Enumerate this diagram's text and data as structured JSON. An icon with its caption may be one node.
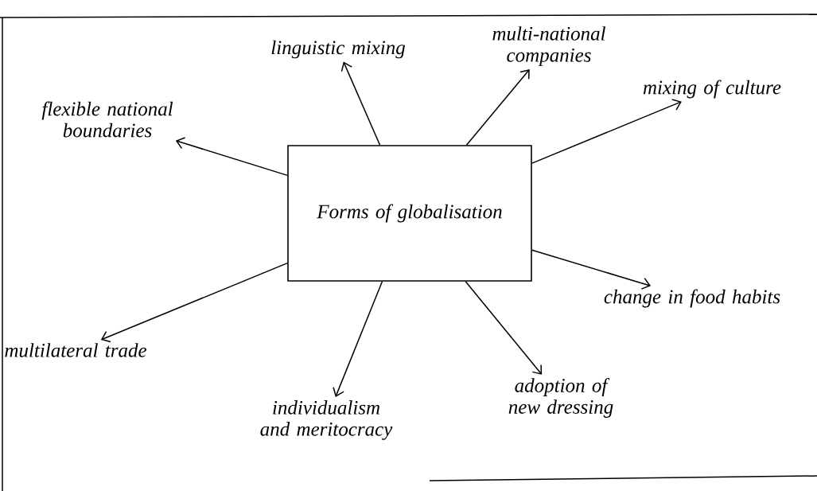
{
  "diagram": {
    "nodes": [
      {
        "text": [
          "Forms of globalisation"
        ]
      },
      {
        "text": [
          "linguistic mixing"
        ]
      },
      {
        "text": [
          "multi-national companies"
        ]
      },
      {
        "text": [
          "mixing of culture"
        ]
      },
      {
        "text": [
          "flexible national boundaries"
        ]
      },
      {
        "text": [
          "change in food habits"
        ]
      },
      {
        "text": [
          "multilateral trade"
        ]
      },
      {
        "text": [
          "individualism and meritocracy"
        ]
      },
      {
        "text": [
          "adoption of new dressing"
        ]
      }
    ],
    "edges": [
      {
        "from": 0,
        "to": 1,
        "arrow": "to"
      },
      {
        "from": 0,
        "to": 2,
        "arrow": "to"
      },
      {
        "from": 0,
        "to": 3,
        "arrow": "to"
      },
      {
        "from": 0,
        "to": 4,
        "arrow": "to"
      },
      {
        "from": 0,
        "to": 5,
        "arrow": "to"
      },
      {
        "from": 0,
        "to": 6,
        "arrow": "to"
      },
      {
        "from": 0,
        "to": 7,
        "arrow": "to"
      },
      {
        "from": 0,
        "to": 8,
        "arrow": "to"
      }
    ]
  }
}
